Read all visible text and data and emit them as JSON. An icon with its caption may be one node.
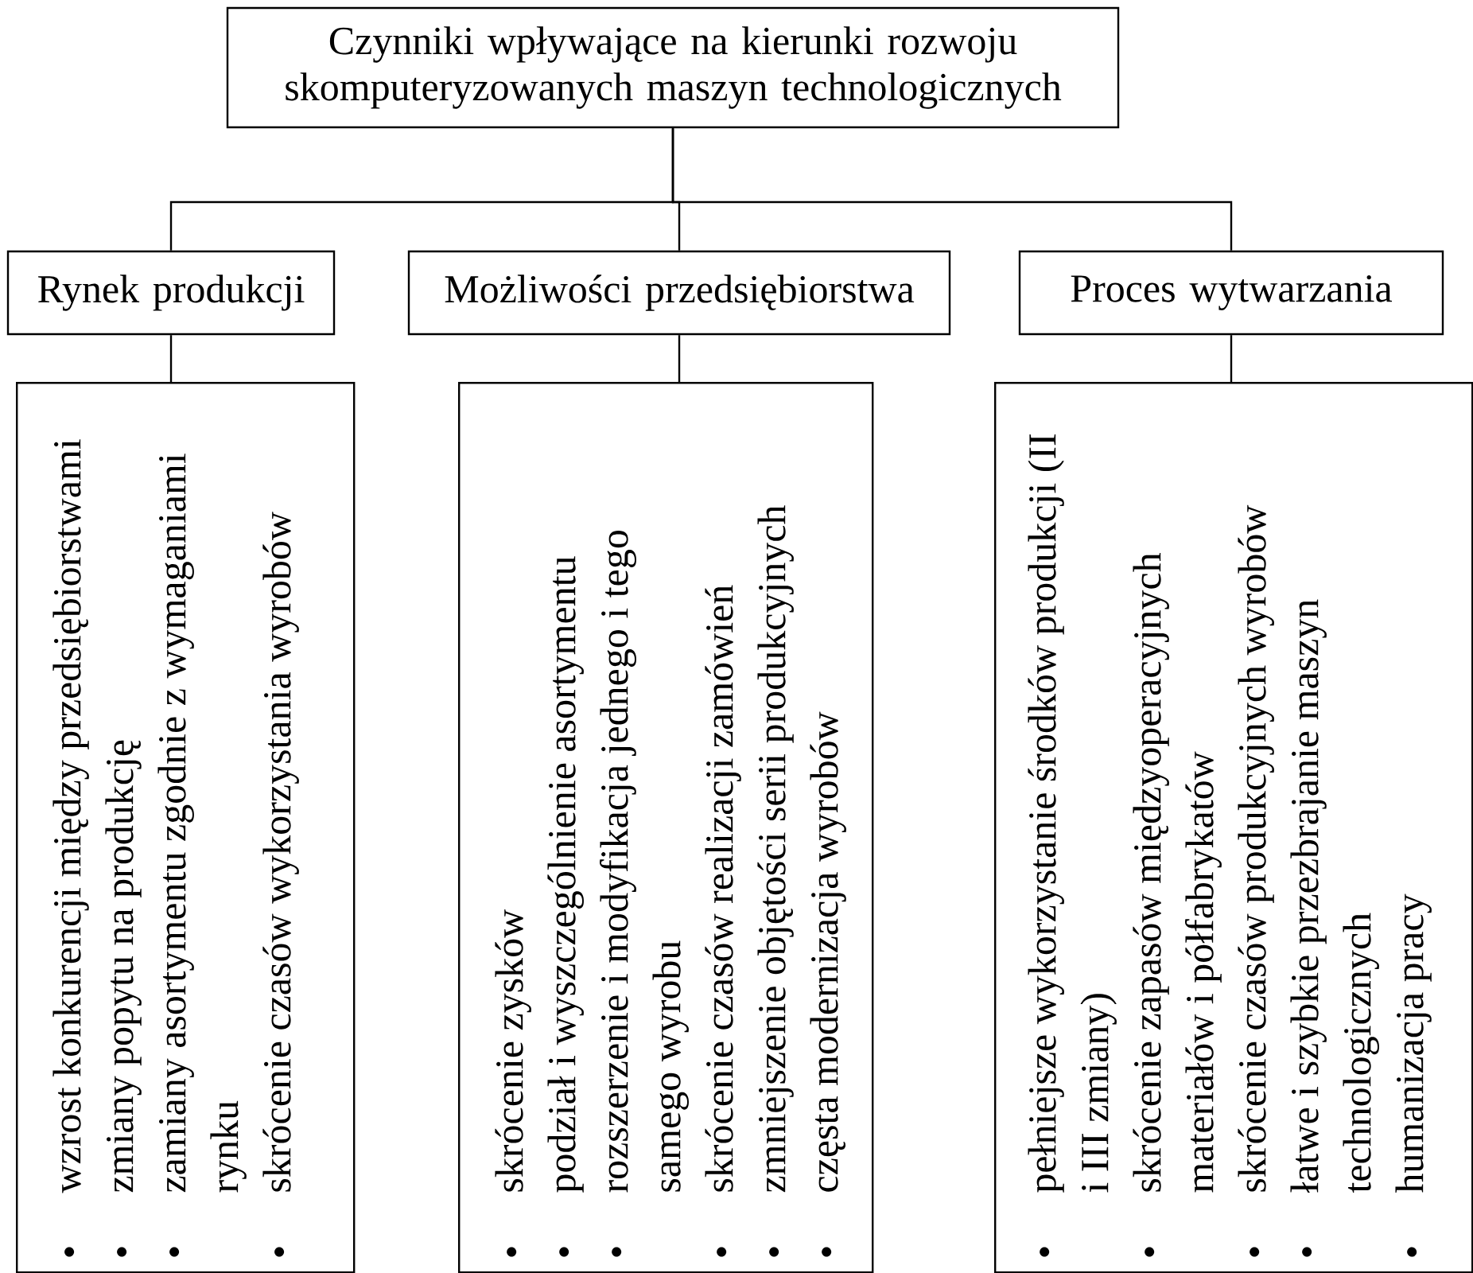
{
  "diagram": {
    "nodes": [
      {
        "text": [
          "Czynniki wpływające na kierunki rozwoju skomputeryzowanych maszyn technologicznych"
        ]
      },
      {
        "text": [
          "Rynek produkcji"
        ]
      },
      {
        "text": [
          "Możliwości przedsiębiorstwa"
        ]
      },
      {
        "text": [
          "Proces wytwarzania"
        ]
      },
      {
        "text": [
          "wzrost konkurencji między przedsiębiorstwami",
          "zmiany popytu na produkcję",
          "zamiany asortymentu zgodnie z wymaganiami rynku",
          "skrócenie czasów wykorzystania wyrobów"
        ]
      },
      {
        "text": [
          "skrócenie zysków",
          "podział i wyszczególnienie asortymentu",
          "rozszerzenie i modyfikacja jednego i tego samego wyrobu",
          "skrócenie czasów realizacji zamówień",
          "zmniejszenie objętości serii produkcyjnych",
          "częsta modernizacja wyrobów"
        ]
      },
      {
        "text": [
          "pełniejsze wykorzystanie środków produkcji (II i III zmiany)",
          "skrócenie zapasów międzyoperacyjnych materiałów i półfabrykatów",
          "skrócenie czasów produkcyjnych wyrobów",
          "łatwe i szybkie przezbrajanie maszyn technologicznych",
          "humanizacja pracy"
        ]
      }
    ],
    "edges": [
      {
        "from": 0,
        "to": 1,
        "arrow": "none"
      },
      {
        "from": 0,
        "to": 2,
        "arrow": "none"
      },
      {
        "from": 0,
        "to": 3,
        "arrow": "none"
      },
      {
        "from": 1,
        "to": 4,
        "arrow": "none"
      },
      {
        "from": 2,
        "to": 5,
        "arrow": "none"
      },
      {
        "from": 3,
        "to": 6,
        "arrow": "none"
      }
    ]
  }
}
